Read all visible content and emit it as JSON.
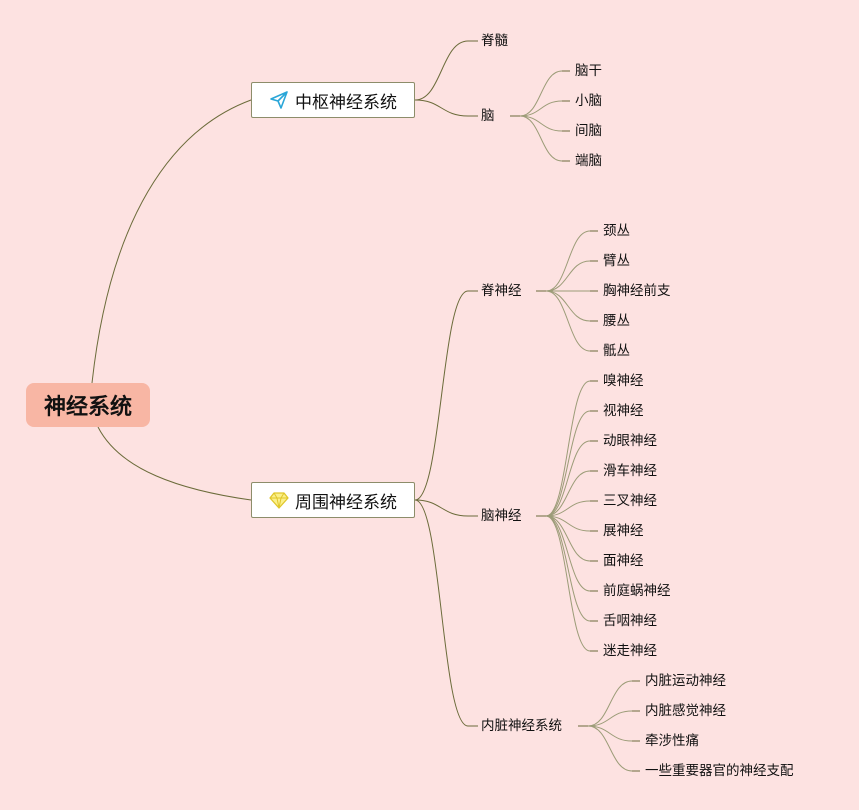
{
  "root": {
    "label": "神经系统"
  },
  "branches": [
    {
      "label": "中枢神经系统",
      "icon": "paper-plane-icon",
      "children": [
        {
          "label": "脊髓",
          "children": []
        },
        {
          "label": "脑",
          "children": [
            "脑干",
            "小脑",
            "间脑",
            "端脑"
          ]
        }
      ]
    },
    {
      "label": "周围神经系统",
      "icon": "diamond-icon",
      "children": [
        {
          "label": "脊神经",
          "children": [
            "颈丛",
            "臂丛",
            "胸神经前支",
            "腰丛",
            "骶丛"
          ]
        },
        {
          "label": "脑神经",
          "children": [
            "嗅神经",
            "视神经",
            "动眼神经",
            "滑车神经",
            "三叉神经",
            "展神经",
            "面神经",
            "前庭蜗神经",
            "舌咽神经",
            "迷走神经"
          ]
        },
        {
          "label": "内脏神经系统",
          "children": [
            "内脏运动神经",
            "内脏感觉神经",
            "牵涉性痛",
            "一些重要器官的神经支配"
          ]
        }
      ]
    }
  ],
  "colors": {
    "background": "#fde2e1",
    "root_fill": "#f8b6a4",
    "line": "#6b6b3a",
    "line_light": "#9c9c78",
    "icon_plane": "#2aa6d8",
    "icon_diamond": "#f3e25a"
  }
}
